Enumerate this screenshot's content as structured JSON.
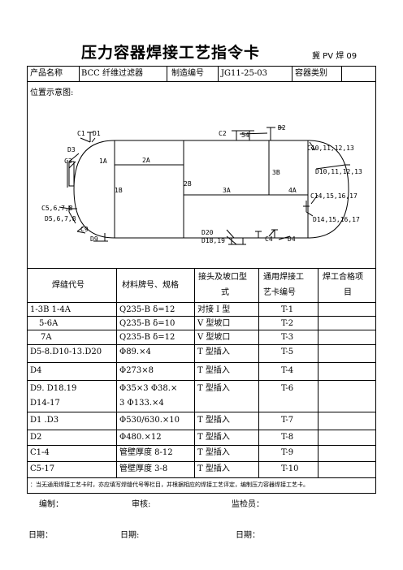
{
  "title": "压力容器焊接工艺指令卡",
  "form_code": "冀 PV 焊 09",
  "header": {
    "product_name_label": "产品名称",
    "product_name_value": "BCC 纤维过滤器",
    "serial_label": "制造编号",
    "serial_value": "JG11-25-03",
    "category_label": "容器类别",
    "category_value": ""
  },
  "diagram": {
    "caption": "位置示意图:",
    "labels": {
      "c1": "C1",
      "d1": "D1",
      "d3": "D3",
      "c3": "C3",
      "a1": "1A",
      "a2": "2A",
      "b1": "1B",
      "b2": "2B",
      "a3": "3A",
      "b3": "3B",
      "a4": "4A",
      "c2": "C2",
      "d2": "D2",
      "c4": "C4",
      "d4": "D4",
      "c5678": "C5,6,7,8",
      "d5678": "D5,6,7,8",
      "c9": "C9",
      "d9": "D9",
      "c1013": "C10,11,12,13",
      "d1013": "D10,11,12,13",
      "c1417": "C14,15,16,17",
      "d1417": "D14,15,16,17",
      "d20": "D20",
      "d1819": "D18,19"
    }
  },
  "table": {
    "headers": {
      "code": "焊缝代号",
      "material": "材料牌号、规格",
      "joint_line1": "接头及坡口型",
      "joint_line2": "式",
      "card_line1": "通用焊接工",
      "card_line2": "艺卡编号",
      "qual_line1": "焊工合格项",
      "qual_line2": "目"
    },
    "rows": [
      {
        "code": "1-3B 1-4A",
        "material": "Q235-B δ=12",
        "joint": "对接 I 型",
        "card": "T-1"
      },
      {
        "code": "5-6A",
        "material": "Q235-B δ=10",
        "joint": "V 型坡口",
        "card": "T-2"
      },
      {
        "code": "7A",
        "material": "Q235-B δ=12",
        "joint": "V 型坡口",
        "card": "T-3"
      },
      {
        "code": "D5-8.D10-13.D20",
        "material": "Φ89.×4",
        "joint": "T 型插入",
        "card": "T-5"
      },
      {
        "code": "D4",
        "material": "Φ273×8",
        "joint": "T 型插入",
        "card": "T-4"
      },
      {
        "code": "D9. D18.19",
        "code2": "D14-17",
        "material": "Φ35×3 Φ38.×",
        "material2": "3 Φ133.×4",
        "joint": "T 型插入",
        "card": "T-6"
      },
      {
        "code": "D1 .D3",
        "material": "Φ530/630.×10",
        "joint": "T 型插入",
        "card": "T-7"
      },
      {
        "code": "D2",
        "material": "Φ480.×12",
        "joint": "T 型插入",
        "card": "T-8"
      },
      {
        "code": "C1-4",
        "material": "管壁厚度 8-12",
        "joint": "T 型插入",
        "card": "T-9"
      },
      {
        "code": "C5-17",
        "material": "管壁厚度 3-8",
        "joint": "T 型插入",
        "card": "T-10"
      }
    ]
  },
  "note": "：当无通用焊接工艺卡时，亦应填写焊缝代号等栏目，并根据相应的焊接工艺评定，编制压力容器焊接工艺卡。",
  "footer": {
    "compiler": "编制：",
    "reviewer": "审核:",
    "inspector": "监检员：",
    "date1": "日期：",
    "date2": "日期:",
    "date3": "日期："
  }
}
